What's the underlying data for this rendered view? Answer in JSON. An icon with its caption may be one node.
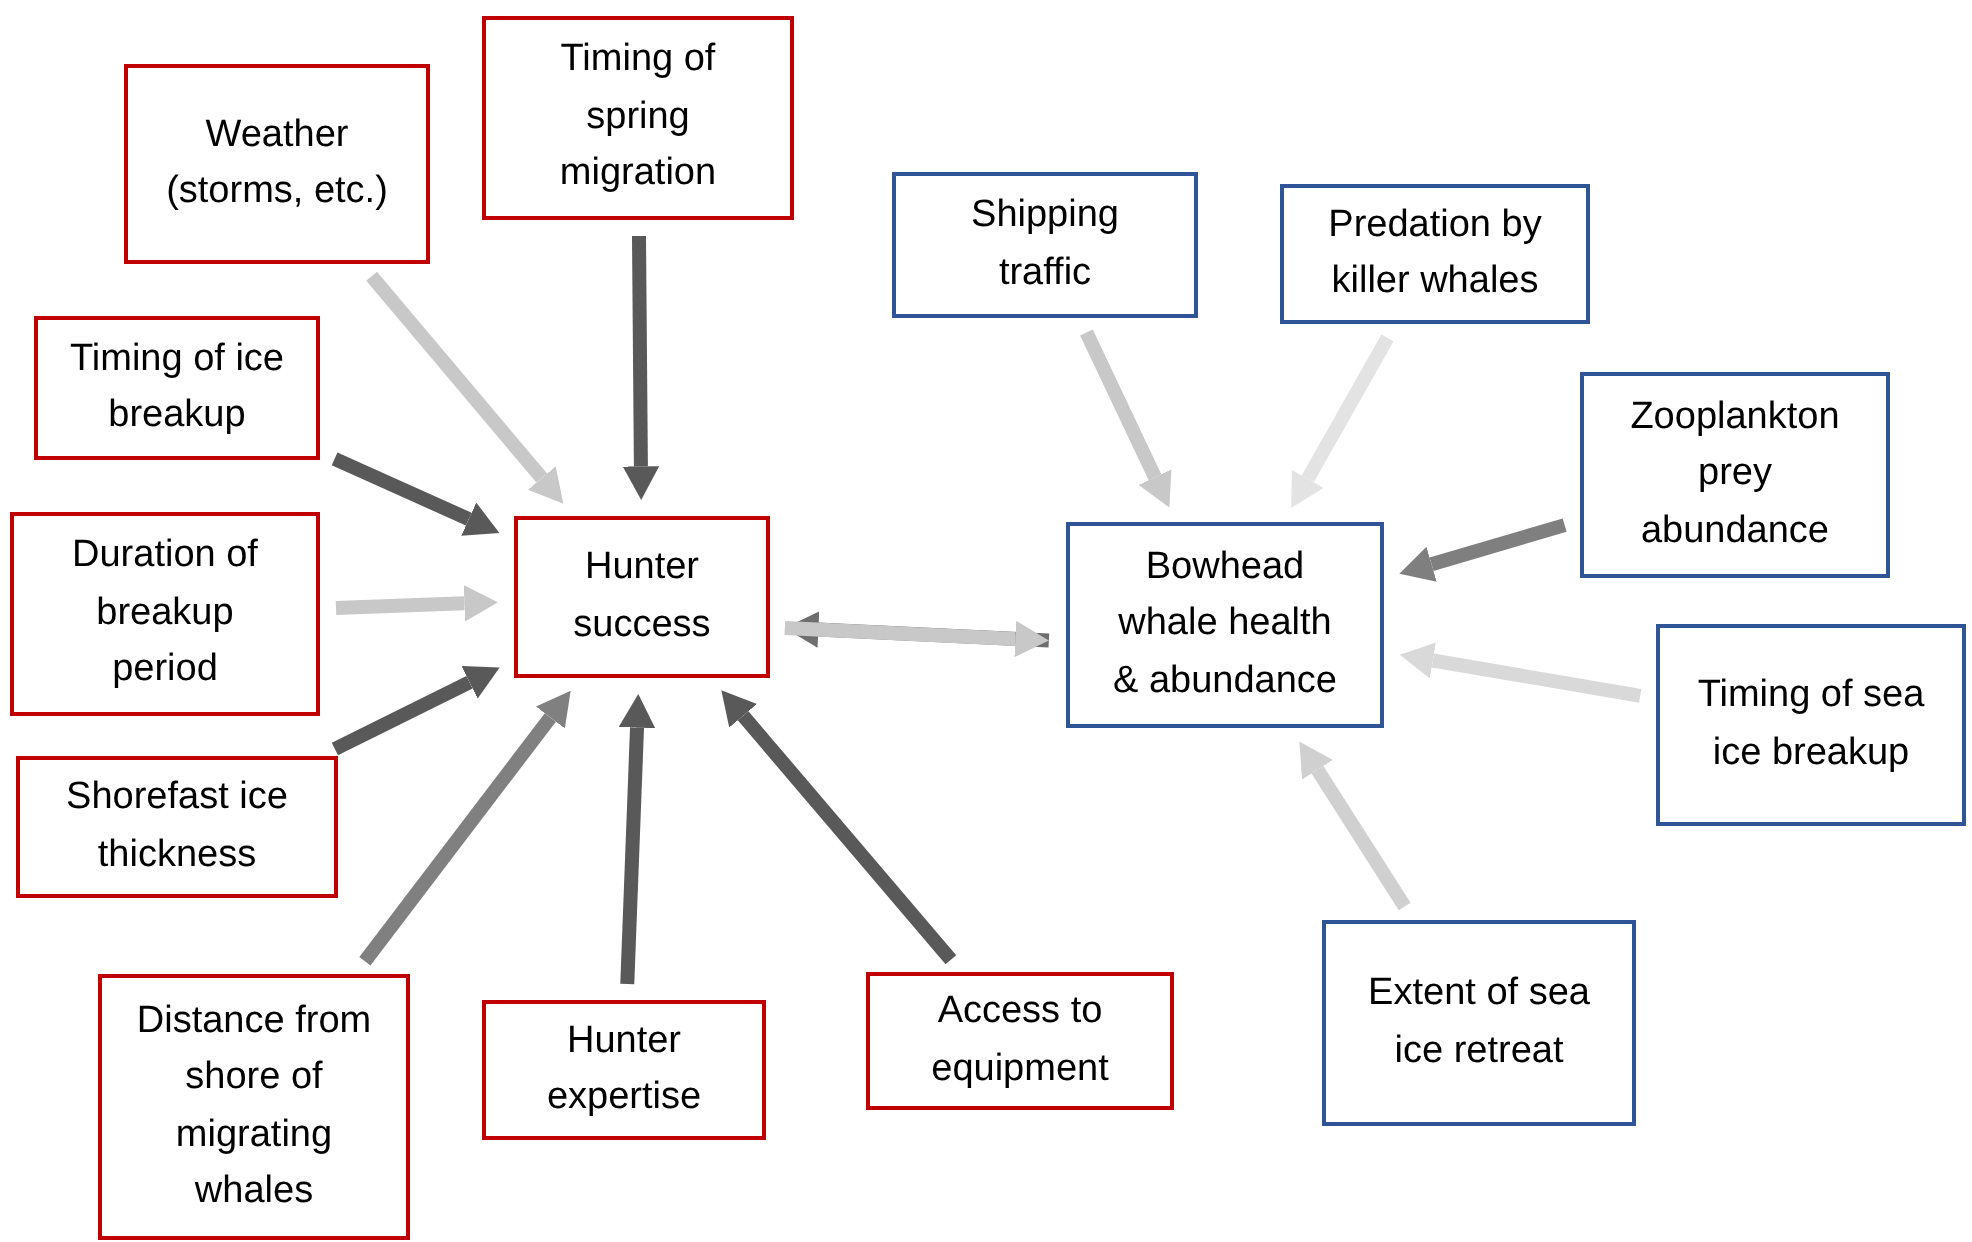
{
  "diagram": {
    "nodes": [
      {
        "text": [
          "Weather (storms, etc.)"
        ]
      },
      {
        "text": [
          "Timing of spring migration"
        ]
      },
      {
        "text": [
          "Timing of ice breakup"
        ]
      },
      {
        "text": [
          "Duration of breakup period"
        ]
      },
      {
        "text": [
          "Shorefast ice thickness"
        ]
      },
      {
        "text": [
          "Distance from shore of migrating whales"
        ]
      },
      {
        "text": [
          "Hunter expertise"
        ]
      },
      {
        "text": [
          "Access to equipment"
        ]
      },
      {
        "text": [
          "Hunter success"
        ]
      },
      {
        "text": [
          "Shipping traffic"
        ]
      },
      {
        "text": [
          "Predation by killer whales"
        ]
      },
      {
        "text": [
          "Zooplankton prey abundance"
        ]
      },
      {
        "text": [
          "Bowhead whale health & abundance"
        ]
      },
      {
        "text": [
          "Timing of sea ice breakup"
        ]
      },
      {
        "text": [
          "Extent of sea ice retreat"
        ]
      }
    ],
    "edges": [
      {
        "from": 0,
        "to": 8,
        "arrow": "to",
        "color": "#c8c8c8"
      },
      {
        "from": 1,
        "to": 8,
        "arrow": "to",
        "color": "#595959"
      },
      {
        "from": 2,
        "to": 8,
        "arrow": "to",
        "color": "#595959"
      },
      {
        "from": 3,
        "to": 8,
        "arrow": "to",
        "color": "#c8c8c8"
      },
      {
        "from": 4,
        "to": 8,
        "arrow": "to",
        "color": "#595959"
      },
      {
        "from": 5,
        "to": 8,
        "arrow": "to",
        "color": "#808080"
      },
      {
        "from": 6,
        "to": 8,
        "arrow": "to",
        "color": "#595959"
      },
      {
        "from": 7,
        "to": 8,
        "arrow": "to",
        "color": "#595959"
      },
      {
        "from": 12,
        "to": 8,
        "arrow": "to",
        "color": "#6e6e6e"
      },
      {
        "from": 8,
        "to": 12,
        "arrow": "to",
        "color": "#c8c8c8"
      },
      {
        "from": 9,
        "to": 12,
        "arrow": "to",
        "color": "#c8c8c8"
      },
      {
        "from": 10,
        "to": 12,
        "arrow": "to",
        "color": "#e3e3e3"
      },
      {
        "from": 11,
        "to": 12,
        "arrow": "to",
        "color": "#7f7f7f"
      },
      {
        "from": 13,
        "to": 12,
        "arrow": "to",
        "color": "#d9d9d9"
      },
      {
        "from": 14,
        "to": 12,
        "arrow": "to",
        "color": "#d0d0d0"
      }
    ]
  }
}
